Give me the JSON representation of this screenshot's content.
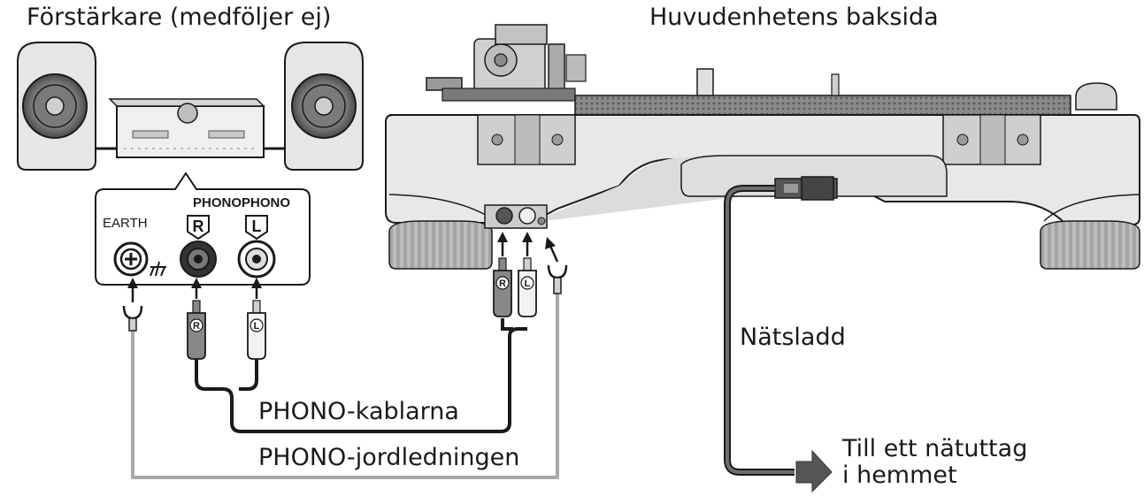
{
  "labels": {
    "amplifier": "Förstärkare (medföljer ej)",
    "main_unit_rear": "Huvudenhetens baksida",
    "earth": "EARTH",
    "phono_phono": "PHONOPHONO",
    "jack_r": "R",
    "jack_l": "L",
    "plug_r": "R",
    "plug_l": "L",
    "power_cord": "Nätsladd",
    "phono_cables": "PHONO-kablarna",
    "phono_ground": "PHONO-jordledningen",
    "outlet_line1": "Till ett nätuttag",
    "outlet_line2": "i hemmet"
  },
  "colors": {
    "line_dark": "#1a1a1a",
    "ground_wire": "#a8a8a8",
    "body_light": "#e8e8e8",
    "body_mid": "#c9c9c9",
    "body_dark": "#9a9a9a"
  }
}
